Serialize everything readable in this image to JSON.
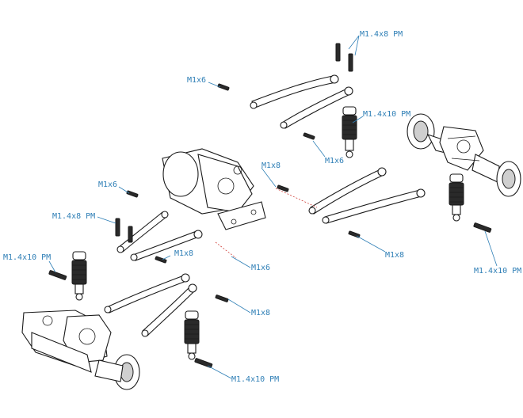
{
  "labels": {
    "top_screw": "M1.4x8 PM",
    "upper_left_screw": "M1x6",
    "rear_shock_screw": "M1.4x10 PM",
    "rear_link_screw": "M1x6",
    "center_screw": "M1x8",
    "rear_lower_screw": "M1x8",
    "rear_shock_lower_screw": "M1.4x10 PM",
    "front_upper_screw": "M1x6",
    "front_shock_top_screw": "M1.4x8 PM",
    "front_shock_left_screw": "M1.4x10 PM",
    "front_link_screw": "M1x8",
    "front_link_screw_2": "M1x6",
    "front_lower_screw": "M1x8",
    "front_shock_lower_screw": "M1.4x10 PM"
  }
}
